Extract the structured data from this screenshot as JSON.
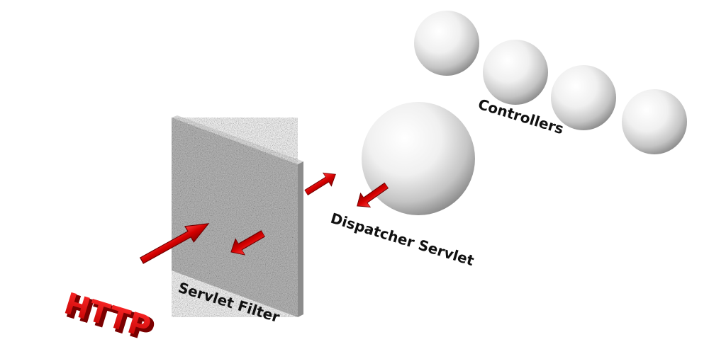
{
  "labels": {
    "http": "HTTP",
    "servlet_filter": "Servlet Filter",
    "dispatcher_servlet": "Dispatcher Servlet",
    "controllers": "Controllers"
  },
  "colors": {
    "arrow": "#cc0000",
    "arrow_dark": "#7a0000",
    "sphere_light": "#ffffff",
    "sphere_dark": "#8a8a8a",
    "panel_face": "#b9b9b9",
    "panel_edge": "#8c8c8c",
    "text": "#111111"
  }
}
